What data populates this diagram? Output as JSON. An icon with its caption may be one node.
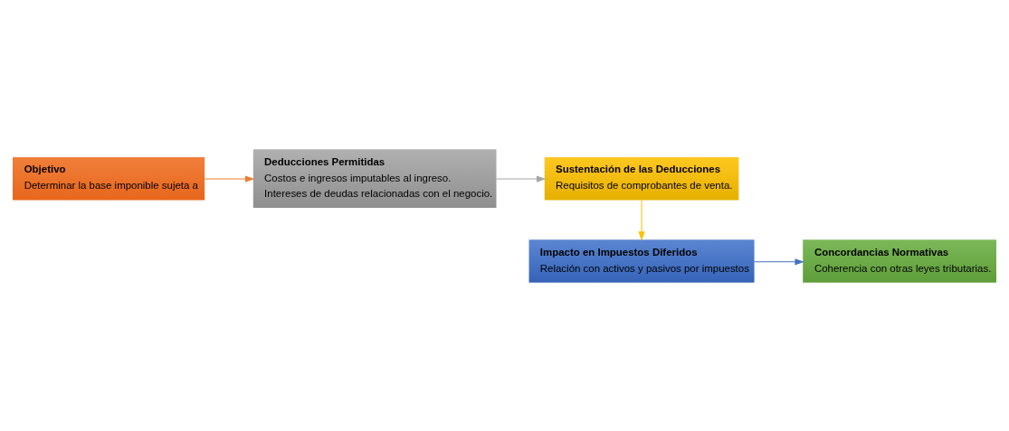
{
  "diagram": {
    "nodes": [
      {
        "text": [
          "Objetivo",
          "Determinar la base imponible sujeta a"
        ]
      },
      {
        "text": [
          "Deducciones Permitidas",
          "Costos e ingresos imputables al ingreso.",
          "Intereses de deudas relacionadas con el negocio."
        ]
      },
      {
        "text": [
          "Sustentación de las Deducciones",
          "Requisitos de comprobantes de venta."
        ]
      },
      {
        "text": [
          "Impacto en Impuestos Diferidos",
          "Relación con activos y pasivos por impuestos"
        ]
      },
      {
        "text": [
          "Concordancias Normativas",
          "Coherencia con otras leyes tributarias."
        ]
      }
    ],
    "edges": [
      {
        "from": 0,
        "to": 1,
        "arrow": "to",
        "color": "#ed7d31"
      },
      {
        "from": 1,
        "to": 2,
        "arrow": "to",
        "color": "#a5a5a5"
      },
      {
        "from": 2,
        "to": 3,
        "arrow": "to",
        "color": "#ffc000"
      },
      {
        "from": 3,
        "to": 4,
        "arrow": "to",
        "color": "#4472c4"
      }
    ]
  }
}
